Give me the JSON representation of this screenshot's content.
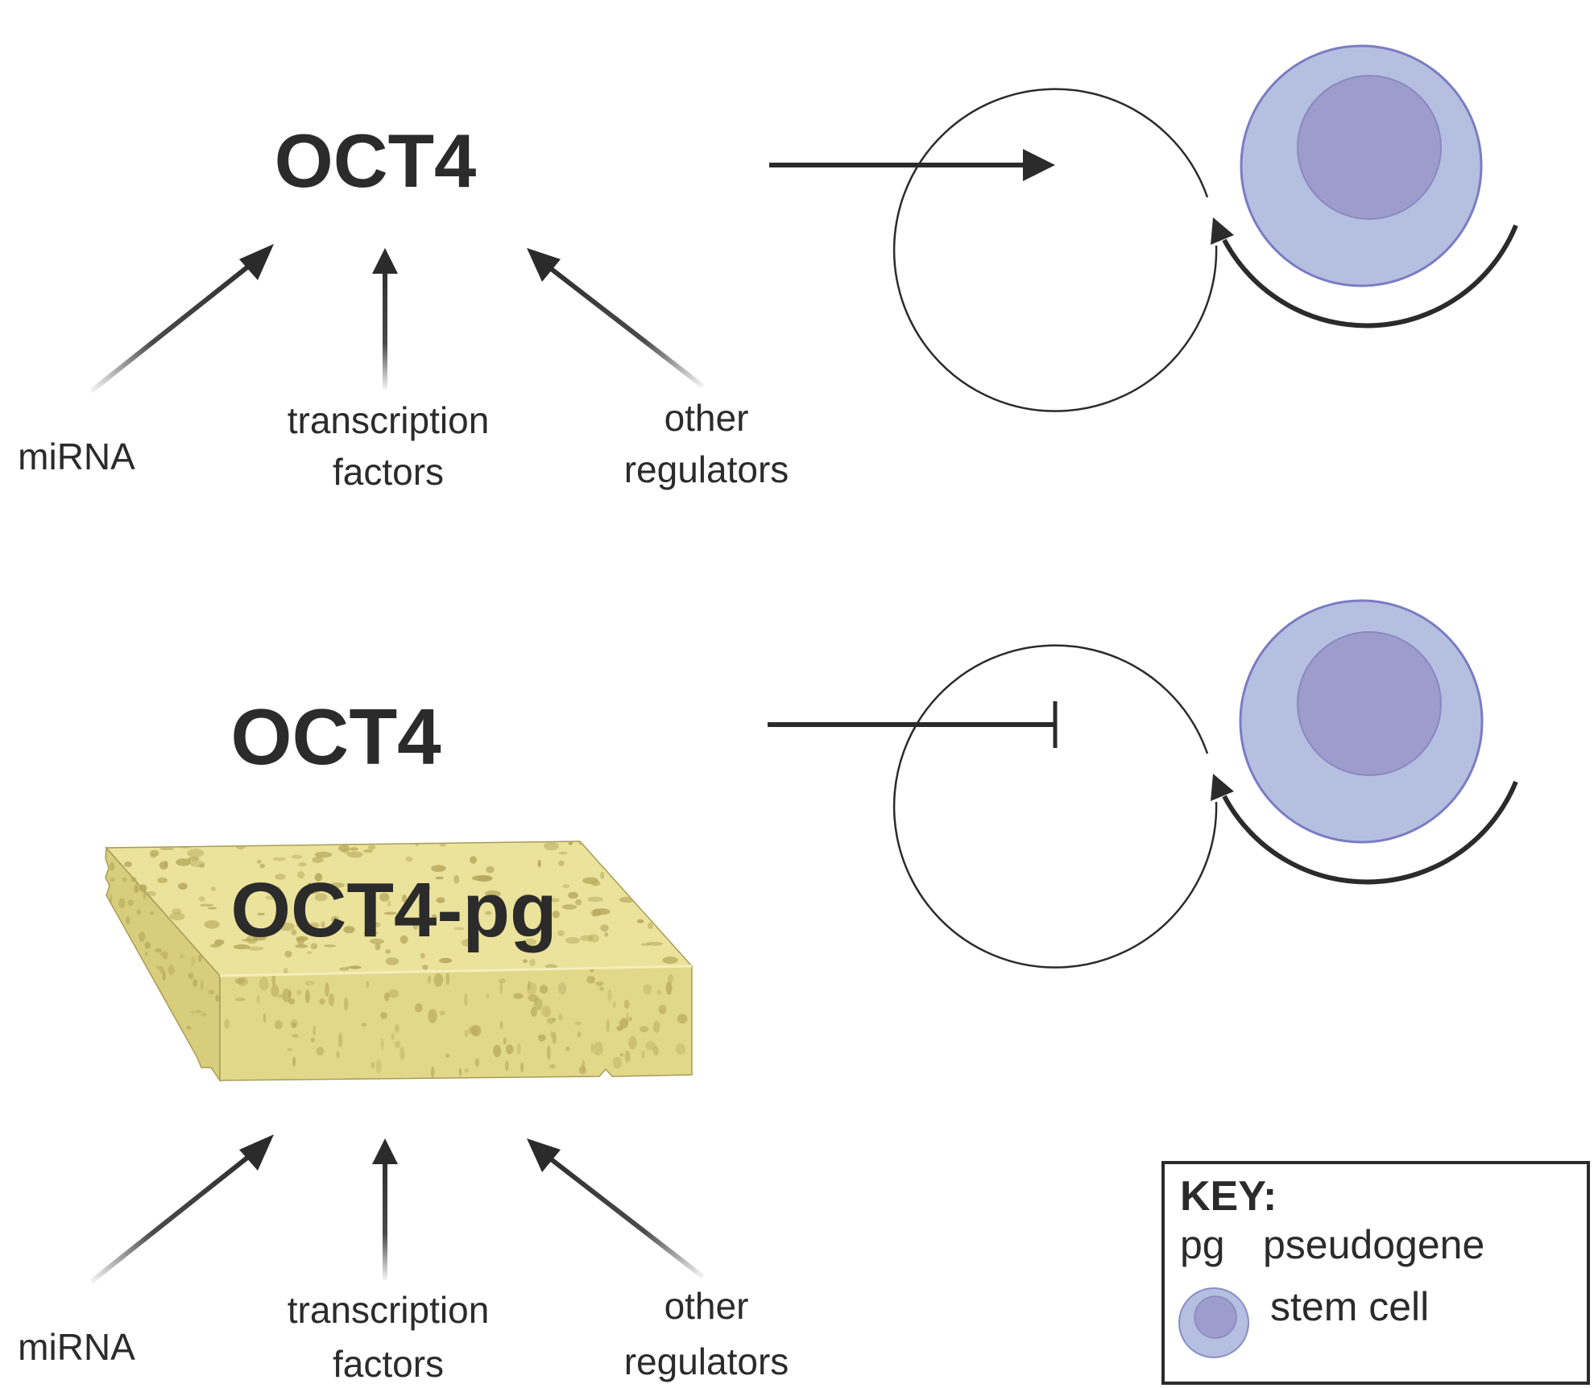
{
  "colors": {
    "ink": "#2b2b2b",
    "cell_cytoplasm": "#b5c0e0",
    "cell_membrane": "#7a7cc4",
    "cell_nucleus": "#9e9ccc",
    "nucleus_edge": "#8a88c0",
    "sponge_top": "#ebe29c",
    "sponge_front": "#e2d88a",
    "sponge_side": "#d8cd7c",
    "sponge_pore": "#b7a85c"
  },
  "top_panel": {
    "gene_label": "OCT4",
    "effect": "promotes",
    "effect_symbol": "activation-arrow",
    "outcome": "stem cell self-renewal",
    "regulators": [
      {
        "id": "mirna",
        "lines": [
          "miRNA"
        ]
      },
      {
        "id": "tf",
        "lines": [
          "transcription",
          "factors"
        ]
      },
      {
        "id": "other",
        "lines": [
          "other",
          "regulators"
        ]
      }
    ]
  },
  "bottom_panel": {
    "gene_label": "OCT4",
    "sponge_label": "OCT4-pg",
    "sponge_icon": "sponge-icon",
    "effect": "inhibits",
    "effect_symbol": "inhibition-bar",
    "outcome": "stem cell self-renewal",
    "regulators": [
      {
        "id": "mirna",
        "lines": [
          "miRNA"
        ]
      },
      {
        "id": "tf",
        "lines": [
          "transcription",
          "factors"
        ]
      },
      {
        "id": "other",
        "lines": [
          "other",
          "regulators"
        ]
      }
    ]
  },
  "key": {
    "title": "KEY:",
    "entries": [
      {
        "symbol": "pg",
        "meaning": "pseudogene"
      },
      {
        "symbol": "stem-cell-icon",
        "meaning": "stem cell"
      }
    ]
  }
}
